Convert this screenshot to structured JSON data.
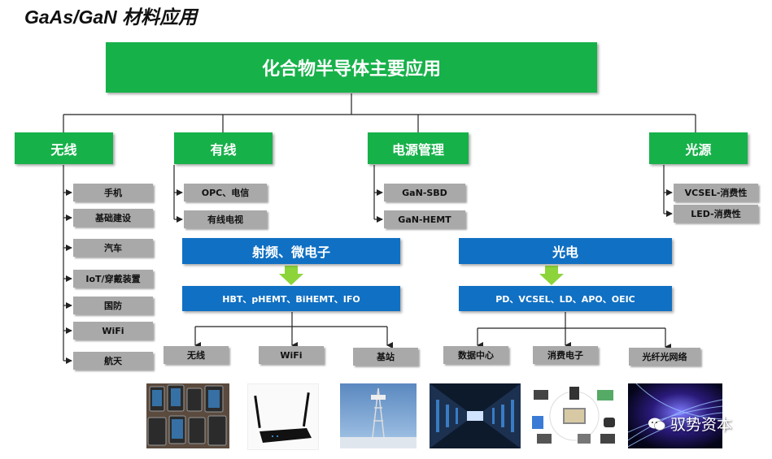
{
  "title": "GaAs/GaN 材料应用",
  "main_box": "化合物半导体主要应用",
  "categories": {
    "wireless": {
      "label": "无线",
      "items": [
        "手机",
        "基础建设",
        "汽车",
        "IoT/穿戴装置",
        "国防",
        "WiFi",
        "航天"
      ]
    },
    "wired": {
      "label": "有线",
      "items": [
        "OPC、电信",
        "有线电视"
      ]
    },
    "power": {
      "label": "电源管理",
      "items": [
        "GaN-SBD",
        "GaN-HEMT"
      ]
    },
    "light": {
      "label": "光源",
      "items": [
        "VCSEL-消费性",
        "LED-消费性"
      ]
    }
  },
  "rf": {
    "label": "射频、微电子",
    "tech": "HBT、pHEMT、BiHEMT、IFO",
    "apps": [
      "无线",
      "WiFi",
      "基站"
    ]
  },
  "opto": {
    "label": "光电",
    "tech": "PD、VCSEL、LD、APO、OEIC",
    "apps": [
      "数据中心",
      "消费电子",
      "光纤光网络"
    ]
  },
  "watermark": "驭势资本",
  "colors": {
    "green": "#17b14a",
    "blue": "#1070c3",
    "grey": "#a9a9a9",
    "arrow": "#8cd43a"
  }
}
